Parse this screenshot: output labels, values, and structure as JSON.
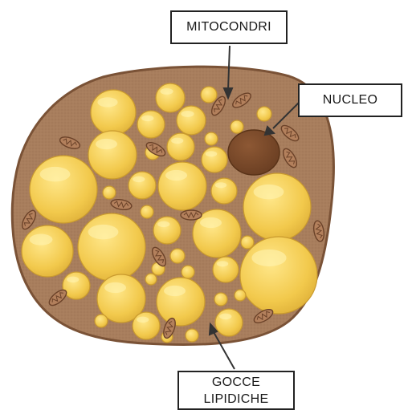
{
  "labels": {
    "mitochondria": "MITOCONDRI",
    "nucleus": "NUCLEO",
    "lipid_droplets_line1": "GOCCE",
    "lipid_droplets_line2": "LIPIDICHE"
  },
  "colors": {
    "cell_fill": "#a67c5b",
    "cell_stroke": "#7a5236",
    "droplet_fill": "#f2c94c",
    "droplet_highlight": "#fff3b0",
    "nucleus_fill": "#7b4a2c",
    "mitochondria_fill": "#b3805c",
    "label_border": "#222222",
    "arrow": "#333333"
  },
  "icons": {
    "arrow": "pointer-arrow",
    "mitochondrion": "mitochondrion-icon"
  }
}
